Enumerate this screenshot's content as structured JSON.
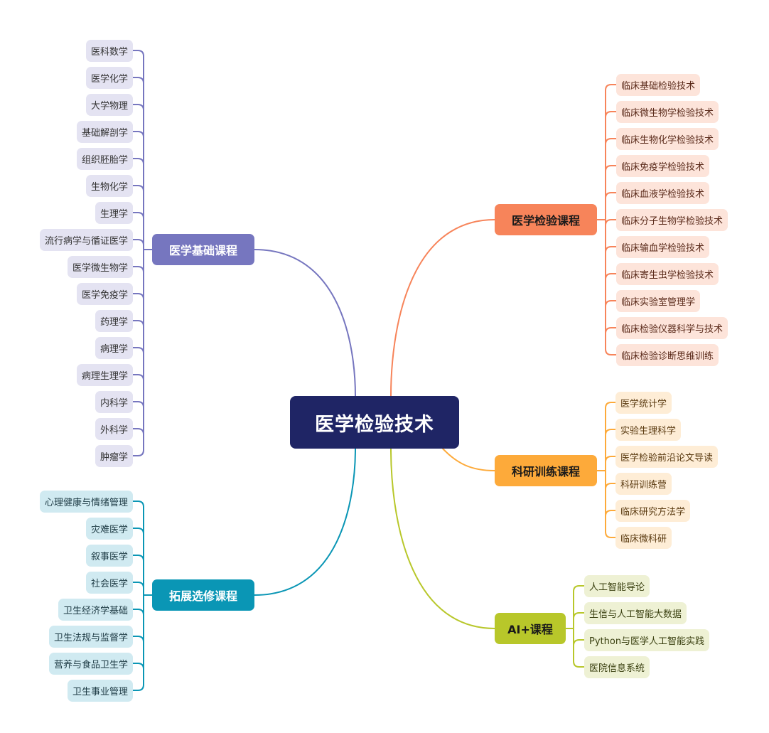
{
  "root": {
    "label": "医学检验技术",
    "color": "#1f2565"
  },
  "branches": [
    {
      "id": "basic",
      "label": "医学基础课程",
      "side": "left",
      "color": "#7676bf",
      "leaf_bg": "#e4e3f2",
      "text_color": "#ffffff",
      "leaf_text_color": "#333333",
      "leaves": [
        "医科数学",
        "医学化学",
        "大学物理",
        "基础解剖学",
        "组织胚胎学",
        "生物化学",
        "生理学",
        "流行病学与循证医学",
        "医学微生物学",
        "医学免疫学",
        "药理学",
        "病理学",
        "病理生理学",
        "内科学",
        "外科学",
        "肿瘤学"
      ]
    },
    {
      "id": "extension",
      "label": "拓展选修课程",
      "side": "left",
      "color": "#0a96b5",
      "leaf_bg": "#d0eaf1",
      "text_color": "#ffffff",
      "leaf_text_color": "#1d3a44",
      "leaves": [
        "心理健康与情绪管理",
        "灾难医学",
        "叙事医学",
        "社会医学",
        "卫生经济学基础",
        "卫生法规与监督学",
        "营养与食品卫生学",
        "卫生事业管理"
      ]
    },
    {
      "id": "lab",
      "label": "医学检验课程",
      "side": "right",
      "color": "#f7845a",
      "leaf_bg": "#fde4da",
      "text_color": "#1a1a1a",
      "leaf_text_color": "#5a2a1a",
      "leaves": [
        "临床基础检验技术",
        "临床微生物学检验技术",
        "临床生物化学检验技术",
        "临床免疫学检验技术",
        "临床血液学检验技术",
        "临床分子生物学检验技术",
        "临床输血学检验技术",
        "临床寄生虫学检验技术",
        "临床实验室管理学",
        "临床检验仪器科学与技术",
        "临床检验诊断思维训练"
      ]
    },
    {
      "id": "research",
      "label": "科研训练课程",
      "side": "right",
      "color": "#fdaa3a",
      "leaf_bg": "#feedd6",
      "text_color": "#1a1a1a",
      "leaf_text_color": "#5a3a10",
      "leaves": [
        "医学统计学",
        "实验生理科学",
        "医学检验前沿论文导读",
        "科研训练营",
        "临床研究方法学",
        "临床微科研"
      ]
    },
    {
      "id": "ai",
      "label": "AI+课程",
      "side": "right",
      "color": "#b8c72a",
      "leaf_bg": "#eef1d4",
      "text_color": "#1a1a1a",
      "leaf_text_color": "#3a4010",
      "leaves": [
        "人工智能导论",
        "生信与人工智能大数据",
        "Python与医学人工智能实践",
        "医院信息系统"
      ]
    }
  ]
}
